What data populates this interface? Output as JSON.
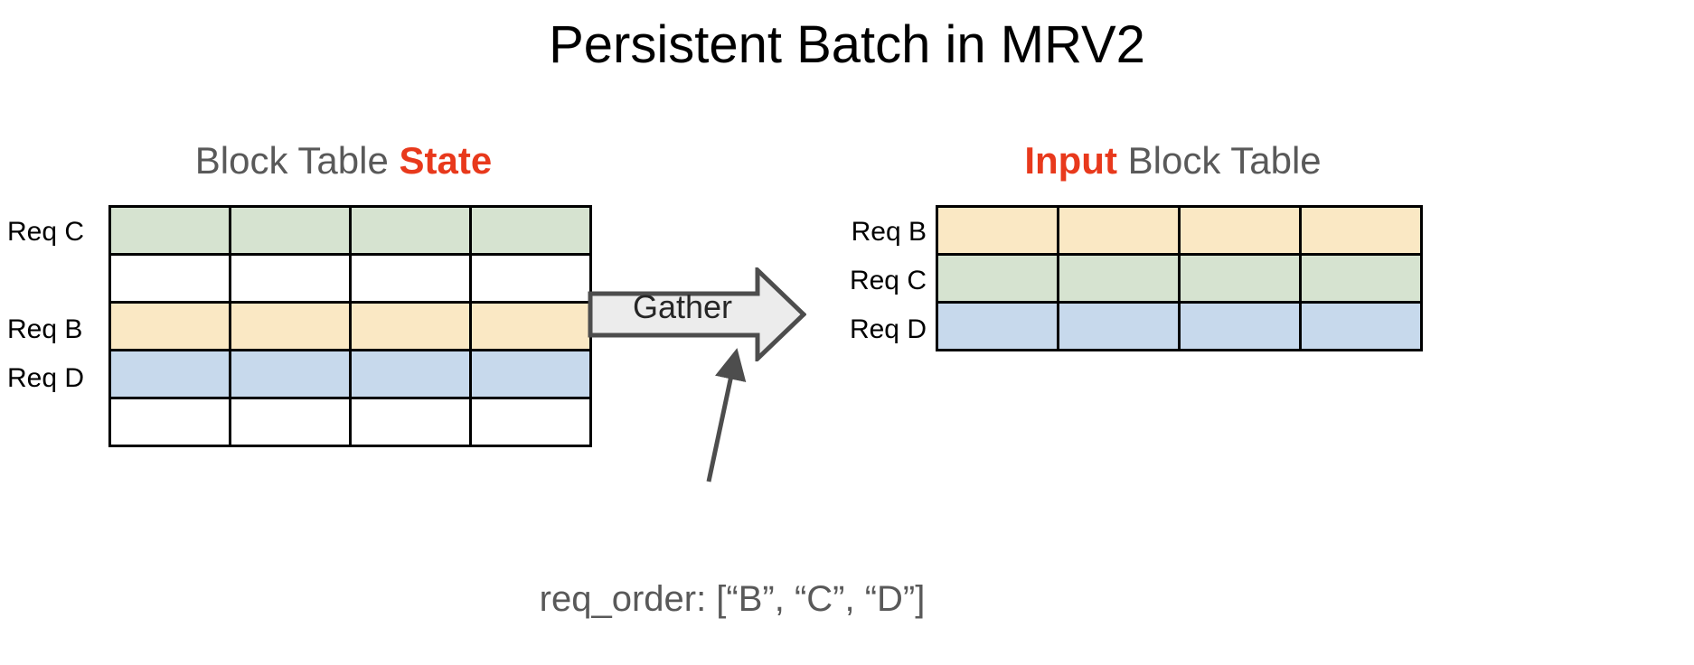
{
  "slide": {
    "title": "Persistent Batch in MRV2",
    "background_color": "#FFFFFF"
  },
  "colors": {
    "accent_red": "#E8391C",
    "heading_gray": "#595959",
    "cell_green": "#D6E3D0",
    "cell_yellow": "#FAE8C4",
    "cell_blue": "#C7D9EC",
    "cell_white": "#FFFFFF",
    "grid_black": "#000000",
    "arrow_gray": "#4D4D4D",
    "arrow_fill": "#ECECEC"
  },
  "left_panel": {
    "heading_prefix": "Block Table ",
    "heading_accent": "State",
    "heading_suffix": "",
    "columns": 4,
    "rows": [
      {
        "label": "Req C",
        "color_name": "green",
        "color": "#D6E3D0"
      },
      {
        "label": "",
        "color_name": "white",
        "color": "#FFFFFF"
      },
      {
        "label": "Req B",
        "color_name": "yellow",
        "color": "#FAE8C4"
      },
      {
        "label": "Req D",
        "color_name": "blue",
        "color": "#C7D9EC"
      },
      {
        "label": "",
        "color_name": "white",
        "color": "#FFFFFF"
      }
    ]
  },
  "right_panel": {
    "heading_prefix": "",
    "heading_accent": "Input",
    "heading_suffix": " Block Table",
    "columns": 4,
    "rows": [
      {
        "label": "Req B",
        "color_name": "yellow",
        "color": "#FAE8C4"
      },
      {
        "label": "Req C",
        "color_name": "green",
        "color": "#D6E3D0"
      },
      {
        "label": "Req D",
        "color_name": "blue",
        "color": "#C7D9EC"
      }
    ]
  },
  "operation": {
    "label": "Gather",
    "direction": "right"
  },
  "caption": {
    "text": "req_order: [“B”, “C”, “D”]",
    "order": [
      "B",
      "C",
      "D"
    ]
  }
}
